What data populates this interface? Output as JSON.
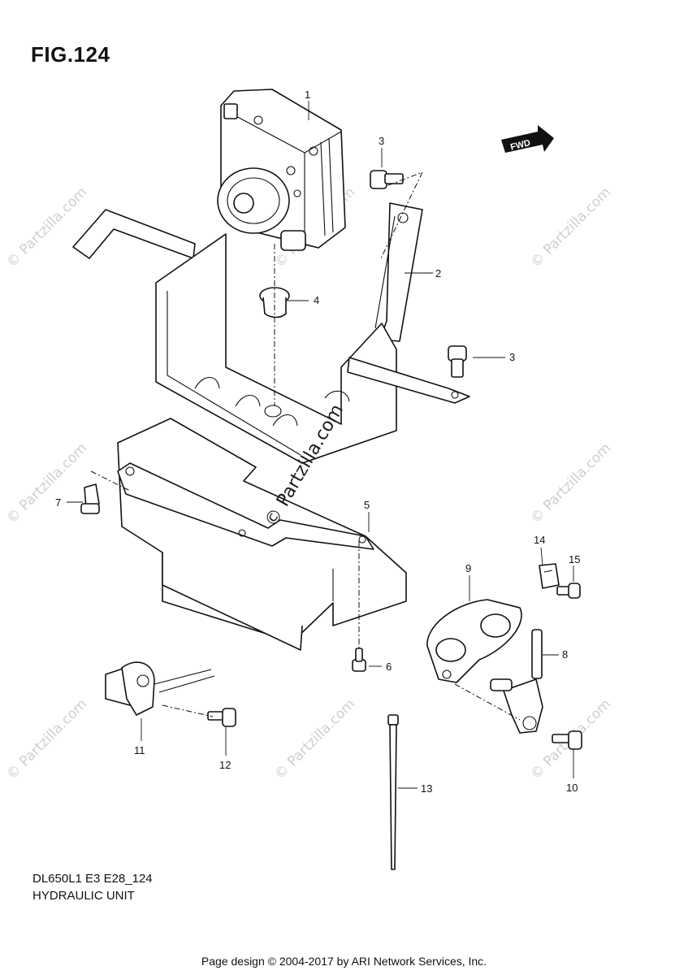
{
  "header": {
    "figure": "FIG.124"
  },
  "footer": {
    "model_code": "DL650L1 E3 E28_124",
    "section": "HYDRAULIC UNIT",
    "credit": "Page design © 2004-2017 by ARI Network Services, Inc."
  },
  "watermark": {
    "text": "© Partzilla.com"
  },
  "direction_badge": "FWD",
  "callouts": [
    "1",
    "2",
    "3",
    "3",
    "4",
    "5",
    "6",
    "7",
    "8",
    "9",
    "10",
    "11",
    "12",
    "13",
    "14",
    "15"
  ]
}
